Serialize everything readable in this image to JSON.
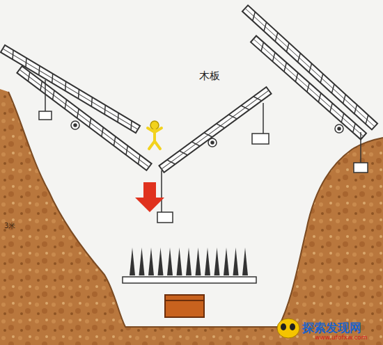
{
  "diagram": {
    "labels": [
      "木板",
      "3米",
      "探索发现网",
      "www.ufofxw.com"
    ]
  }
}
